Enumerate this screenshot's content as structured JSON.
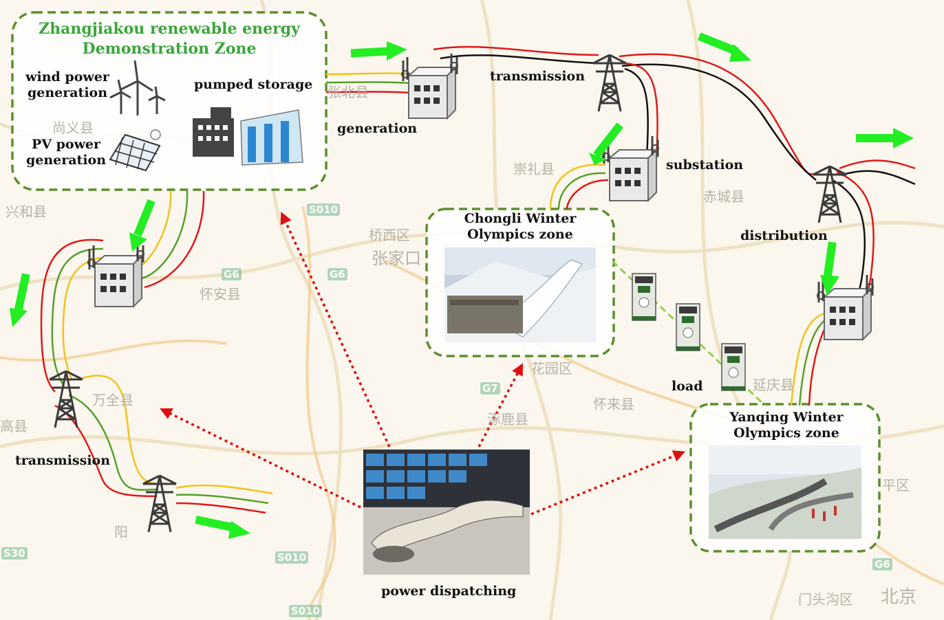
{
  "demo_zone": {
    "title_line1": "Zhangjiakou renewable energy",
    "title_line2": "Demonstration Zone",
    "wind_line1": "wind power",
    "wind_line2": "generation",
    "pv_line1": "PV power",
    "pv_line2": "generation",
    "pumped_storage": "pumped storage"
  },
  "labels": {
    "generation": "generation",
    "transmission_top": "transmission",
    "substation": "substation",
    "distribution": "distribution",
    "transmission_left": "transmission",
    "load": "load",
    "power_dispatching": "power dispatching"
  },
  "zones": {
    "chongli_line1": "Chongli Winter",
    "chongli_line2": "Olympics zone",
    "yanqing_line1": "Yanqing Winter",
    "yanqing_line2": "Olympics zone"
  },
  "map_labels": {
    "chongli_county": "崇礼县",
    "zhangbei": "张北县",
    "shangyi": "尚义县",
    "xinghe": "兴和县",
    "qiaoxi": "桥西区",
    "zhangjiakou": "张家口",
    "huaian": "怀安县",
    "chicheng": "赤城县",
    "huayuan": "花园区",
    "huailai": "怀来县",
    "yanqing": "延庆县",
    "zhuolu": "涿鹿县",
    "wanquan": "万全县",
    "mentougou": "门头沟区",
    "beijing": "北京",
    "pinggu": "平区",
    "yang": "阳",
    "gao": "高县"
  },
  "road_labels": {
    "s010_a": "S010",
    "s010_b": "S010",
    "s010_c": "S010",
    "g6_a": "G6",
    "g6_b": "G6",
    "g6_c": "G6",
    "g7": "G7",
    "s30": "S30"
  },
  "colors": {
    "zone_border": "#5a8f2e",
    "title_green": "#3aa63a",
    "flow_arrow": "#22ee22",
    "dispatch_arrow": "#dd1111",
    "line_red": "#e01818",
    "line_yellow": "#f2c21a",
    "line_green": "#55a02a",
    "line_black": "#111111"
  }
}
